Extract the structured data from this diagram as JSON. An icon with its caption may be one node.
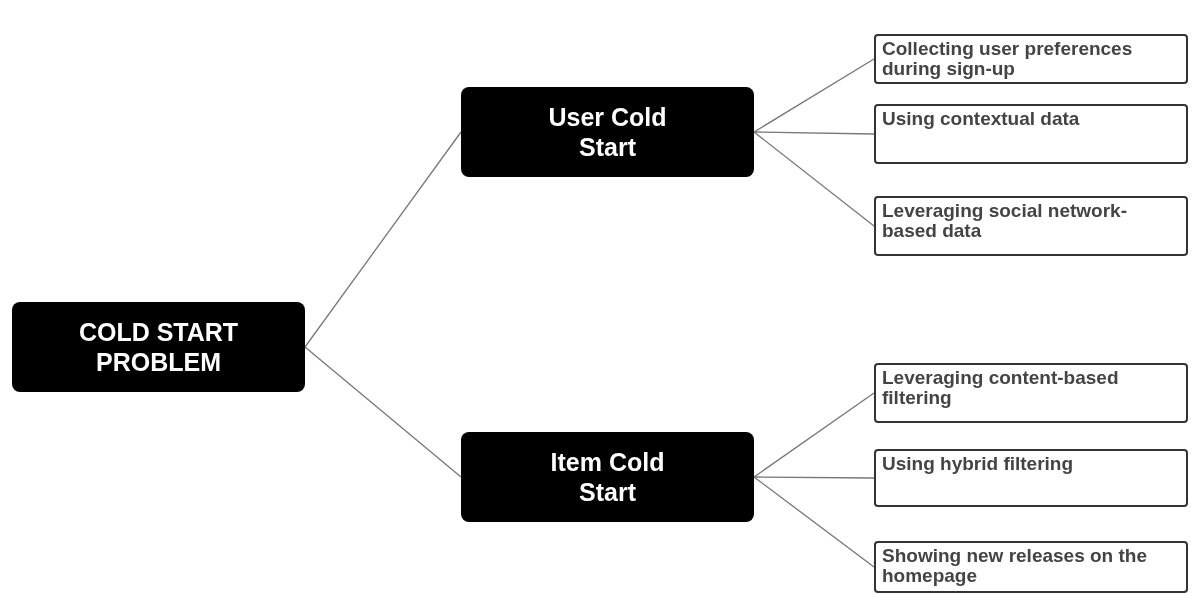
{
  "diagram": {
    "nodes": [
      {
        "text": [
          "COLD START PROBLEM"
        ]
      },
      {
        "text": [
          "User Cold Start"
        ]
      },
      {
        "text": [
          "Collecting user preferences during sign-up"
        ]
      },
      {
        "text": [
          "Using contextual data"
        ]
      },
      {
        "text": [
          "Leveraging social network-based data"
        ]
      },
      {
        "text": [
          "Item Cold Start"
        ]
      },
      {
        "text": [
          "Leveraging content-based filtering"
        ]
      },
      {
        "text": [
          "Using hybrid filtering"
        ]
      },
      {
        "text": [
          "Showing new releases on the homepage"
        ]
      }
    ],
    "edges": [
      {
        "from": 0,
        "to": 1,
        "arrow": "none"
      },
      {
        "from": 0,
        "to": 5,
        "arrow": "none"
      },
      {
        "from": 1,
        "to": 2,
        "arrow": "none"
      },
      {
        "from": 1,
        "to": 3,
        "arrow": "none"
      },
      {
        "from": 1,
        "to": 4,
        "arrow": "none"
      },
      {
        "from": 5,
        "to": 6,
        "arrow": "none"
      },
      {
        "from": 5,
        "to": 7,
        "arrow": "none"
      },
      {
        "from": 5,
        "to": 8,
        "arrow": "none"
      }
    ]
  }
}
